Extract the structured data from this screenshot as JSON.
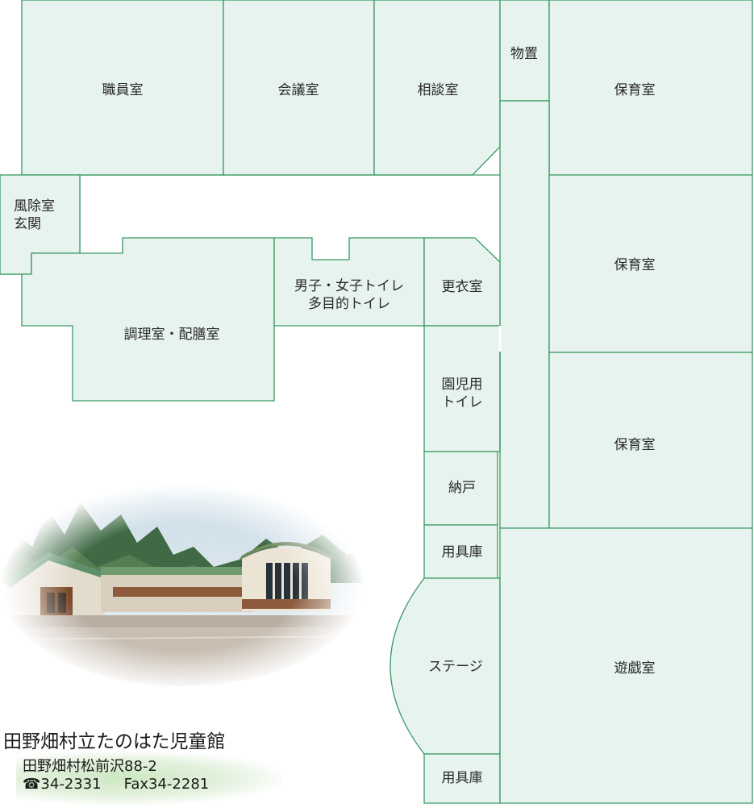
{
  "rooms": {
    "shokuin": "職員室",
    "kaigi": "会議室",
    "sodan": "相談室",
    "monooki": "物置",
    "hoiku1": "保育室",
    "hoiku2": "保育室",
    "hoiku3": "保育室",
    "fujo_line1": "風除室",
    "fujo_line2": "玄関",
    "choriShitsu": "調理室・配膳室",
    "toilet_line1": "男子・女子トイレ",
    "toilet_line2": "多目的トイレ",
    "koui": "更衣室",
    "enji_line1": "園児用",
    "enji_line2": "トイレ",
    "nando": "納戸",
    "yogu1": "用具庫",
    "stage": "ステージ",
    "yogu2": "用具庫",
    "yugi": "遊戯室"
  },
  "facility": {
    "name": "田野畑村立たのはた児童館",
    "address": "田野畑村松前沢88-2",
    "phone_icon": "phone-icon",
    "phone": "34-2331",
    "fax": "Fax34-2281"
  },
  "colors": {
    "room_fill": "#e7f3ee",
    "wall_line": "#3a9a63"
  }
}
